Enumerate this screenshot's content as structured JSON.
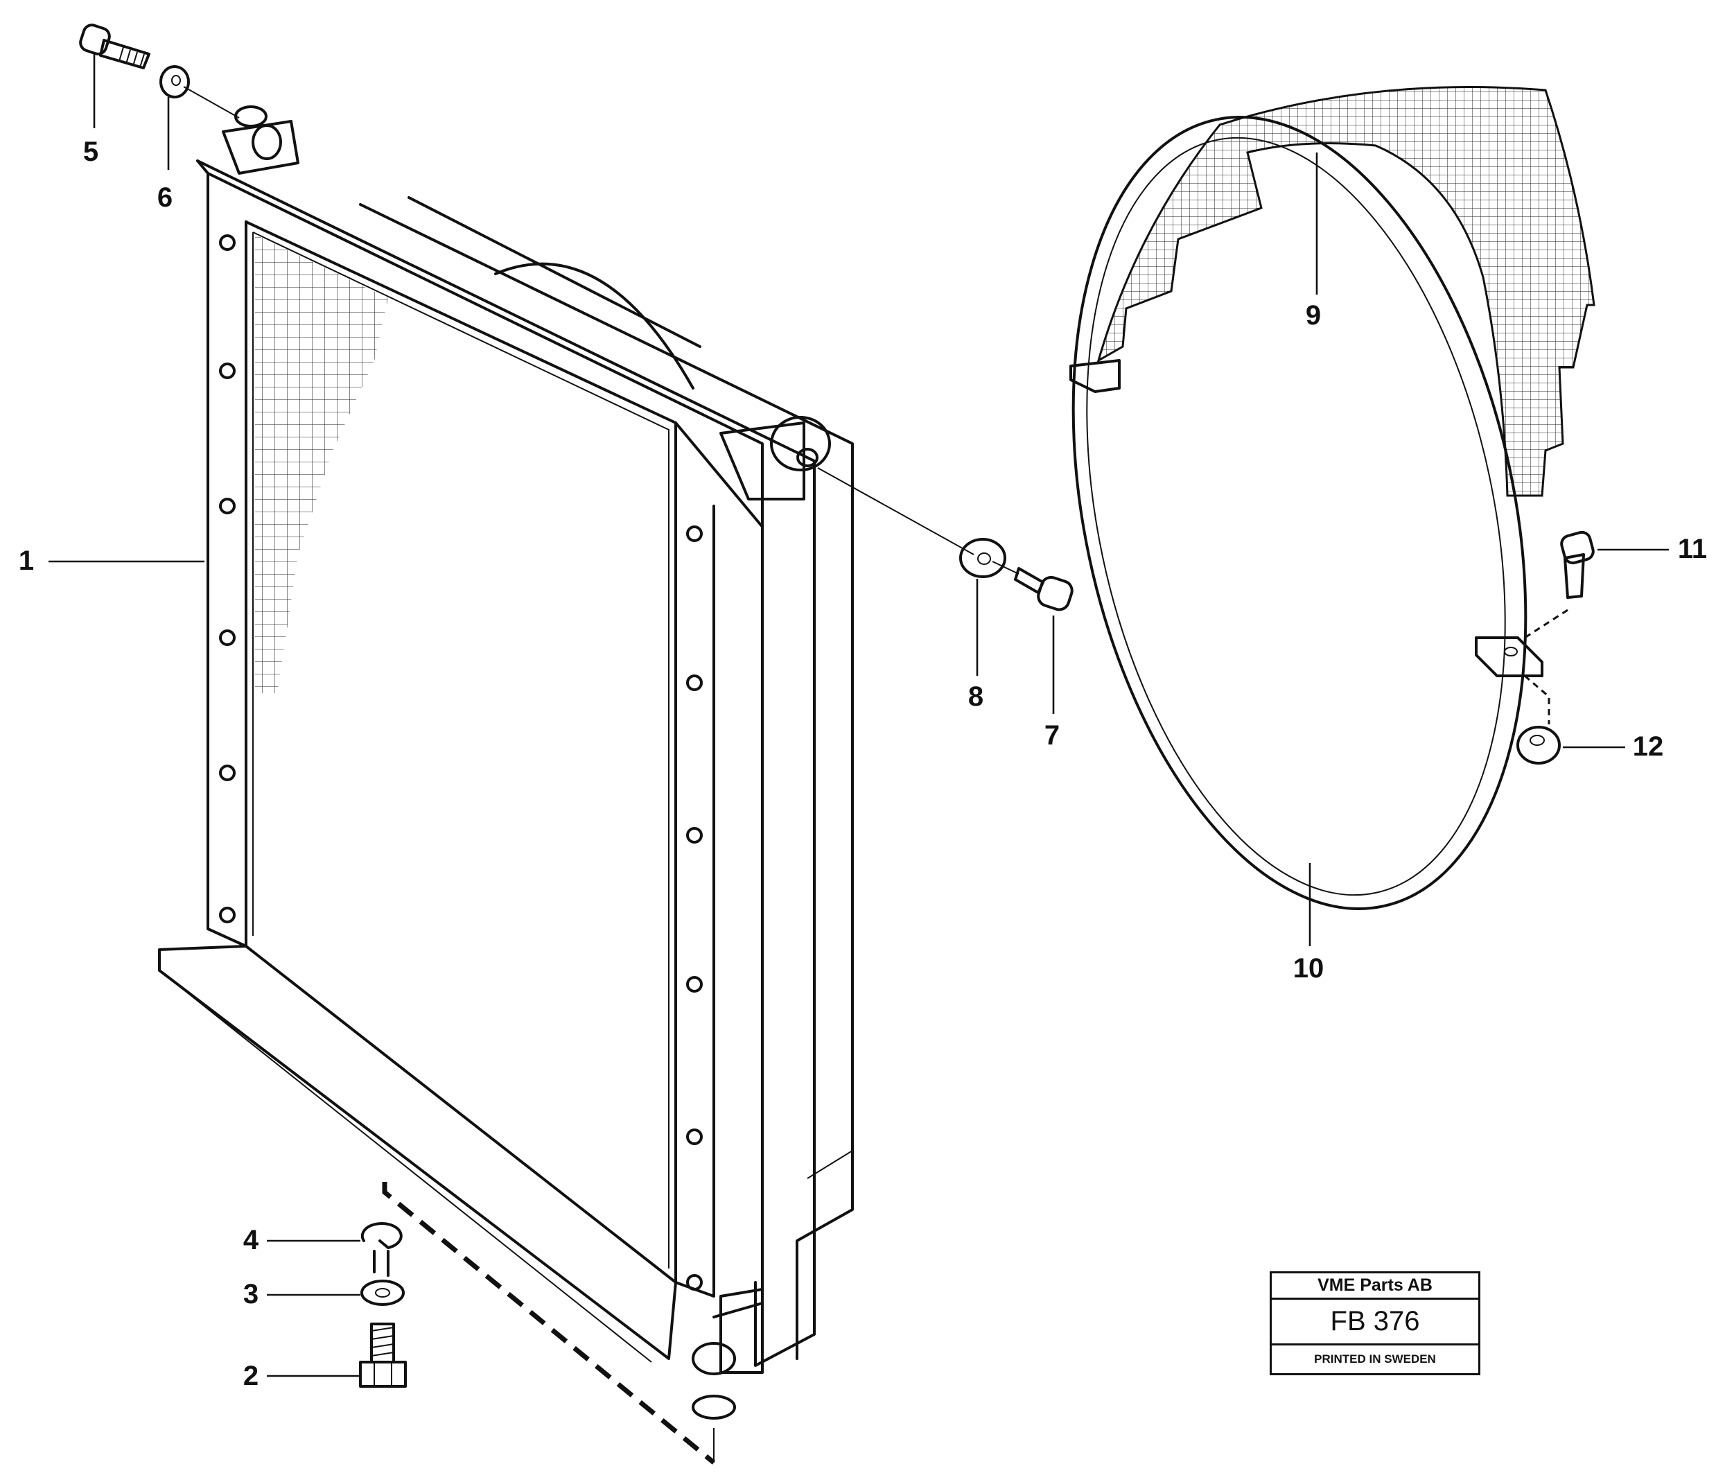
{
  "diagram": {
    "parts": [
      {
        "id": "radiator",
        "callout": "1"
      },
      {
        "id": "bolt-bottom",
        "callout": "2"
      },
      {
        "id": "washer-bottom",
        "callout": "3"
      },
      {
        "id": "lock-washer",
        "callout": "4"
      },
      {
        "id": "bolt-top",
        "callout": "5"
      },
      {
        "id": "washer-top",
        "callout": "6"
      },
      {
        "id": "bolt-side",
        "callout": "7"
      },
      {
        "id": "rubber-washer",
        "callout": "8"
      },
      {
        "id": "fan-guard-mesh",
        "callout": "9"
      },
      {
        "id": "fan-ring",
        "callout": "10"
      },
      {
        "id": "clamp-bolt",
        "callout": "11"
      },
      {
        "id": "clamp-nut",
        "callout": "12"
      }
    ]
  },
  "title_block": {
    "company": "VME Parts AB",
    "code": "FB 376",
    "printed": "PRINTED IN SWEDEN"
  }
}
